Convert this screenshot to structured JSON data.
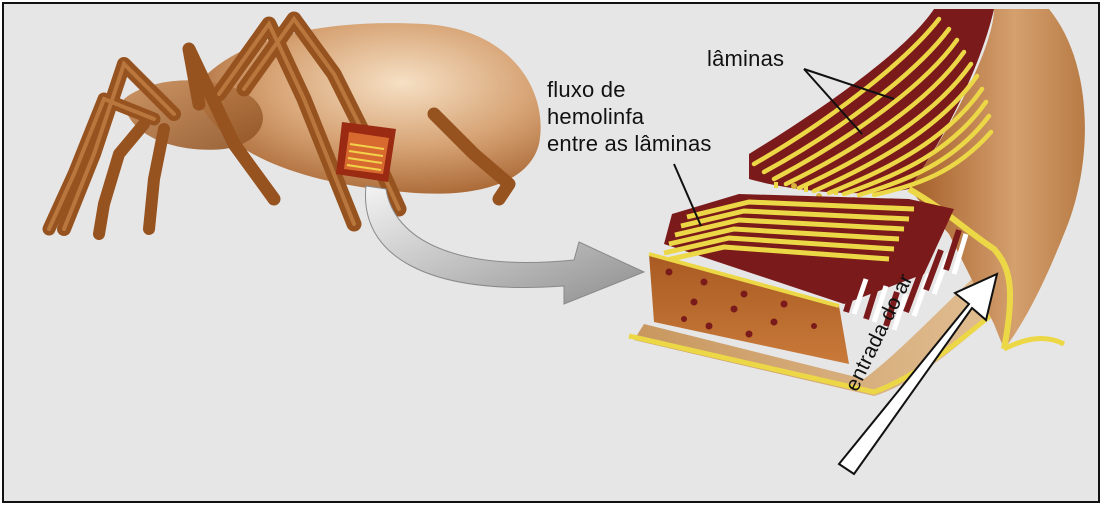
{
  "labels": {
    "flow": [
      "fluxo de",
      "hemolinfa",
      "entre as lâminas"
    ],
    "laminas": "lâminas",
    "air_entry": "entrada do ar"
  },
  "colors": {
    "background": "#e6e6e6",
    "body_brown": "#b06a33",
    "leg_brown": "#a15c26",
    "lamella_maroon": "#7b1a1a",
    "lamella_yellow": "#f0dd40",
    "arrow_gray": "#9a9a9a"
  }
}
